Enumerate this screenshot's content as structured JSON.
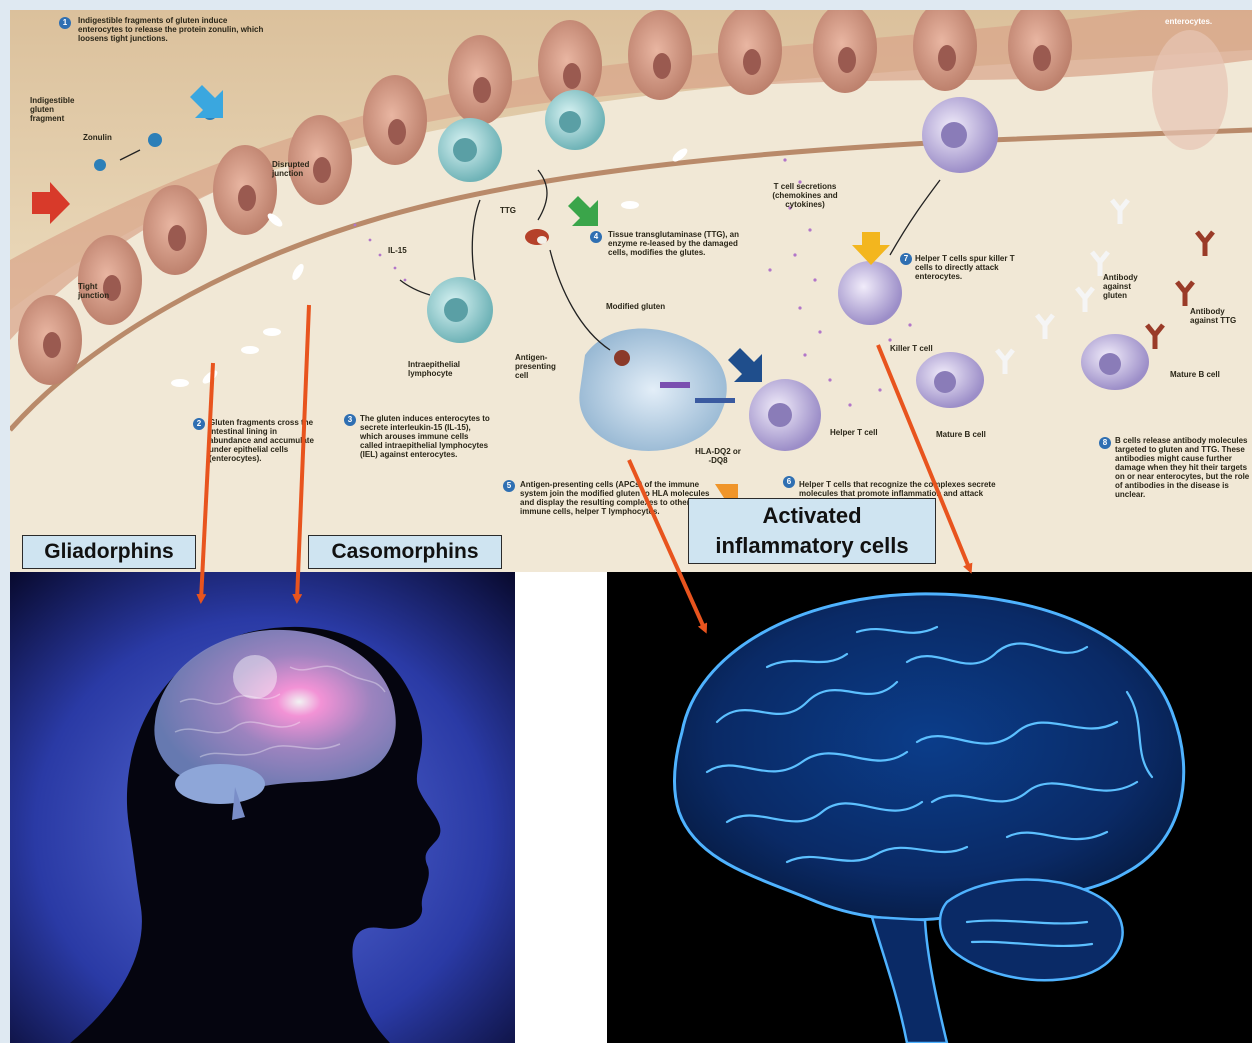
{
  "diagram": {
    "labels": {
      "step1": "Indigestible fragments of gluten induce enterocytes to release the protein zonulin, which loosens tight junctions.",
      "indigestible_fragment": "Indigestible gluten fragment",
      "zonulin": "Zonulin",
      "disrupted_junction": "Disrupted junction",
      "tight_junction": "Tight junction",
      "il15": "IL-15",
      "ttg": "TTG",
      "step4": "Tissue transglutaminase (TTG), an enzyme re-leased by the damaged cells, modifies the glutes.",
      "tcell_secretions": "T cell secretions (chemokines and cytokines)",
      "step7": "Helper T cells spur killer T cells to directly attack enterocytes.",
      "antibody_gluten": "Antibody against gluten",
      "antibody_ttg": "Antibody against TTG",
      "enterocytes_top": "enterocytes.",
      "modified_gluten": "Modified gluten",
      "antigen_presenting_cell": "Antigen-presenting cell",
      "intraepithelial_lymphocyte": "Intraepithelial lymphocyte",
      "killer_t_cell": "Killer T cell",
      "mature_b_cell_1": "Mature B cell",
      "mature_b_cell_2": "Mature B cell",
      "helper_t_cell": "Helper T cell",
      "hla": "HLA-DQ2 or -DQ8",
      "step2": "Gluten fragments cross the intestinal lining in abundance and accumulate under epithelial cells (enterocytes).",
      "step3": "The gluten induces enterocytes to secrete interleukin-15 (IL-15), which arouses immune cells called intraepithelial lymphocytes (IEL) against enterocytes.",
      "step5": "Antigen-presenting cells (APCs) of the immune system join the modified gluten to HLA molecules and display the resulting complexes to other immune cells, helper T lymphocytes.",
      "step6": "Helper T cells that recognize the complexes secrete molecules that promote inflammation and attack enterocytes.",
      "step8": "B cells release antibody molecules targeted to gluten and TTG. These antibodies might cause further damage when they hit their targets on or near enterocytes, but the role of antibodies in the disease is unclear."
    },
    "step_numbers": [
      "1",
      "2",
      "3",
      "4",
      "5",
      "6",
      "7",
      "8"
    ],
    "callouts": {
      "gliadorphins": "Gliadorphins",
      "casomorphins": "Casomorphins",
      "activated_line1": "Activated",
      "activated_line2": "inflammatory cells"
    }
  },
  "colors": {
    "arrow_orange": "#e8541e",
    "callout_bg": "#cfe4f1",
    "brain_glow": "#3aa0ff",
    "badge_blue": "#2f6fb2"
  }
}
